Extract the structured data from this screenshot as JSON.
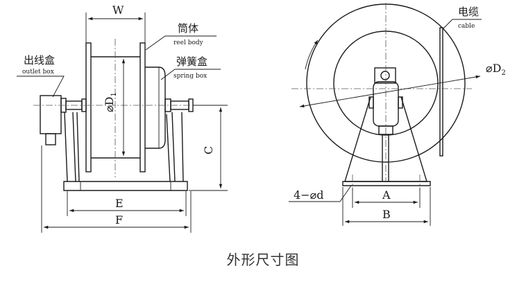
{
  "labels": {
    "reel_body_cn": "筒体",
    "reel_body_en": "reel body",
    "spring_box_cn": "弹簧盒",
    "spring_box_en": "spring box",
    "outlet_box_cn": "出线盒",
    "outlet_box_en": "outlet box",
    "cable_cn": "电缆",
    "cable_en": "cable"
  },
  "dimensions": {
    "W": "W",
    "D1": "⌀D",
    "D1_sub": "1",
    "C": "C",
    "E": "E",
    "F": "F",
    "D2": "⌀D",
    "D2_sub": "2",
    "A": "A",
    "B": "B",
    "holes": "4−⌀d"
  },
  "caption": "外形尺寸图"
}
